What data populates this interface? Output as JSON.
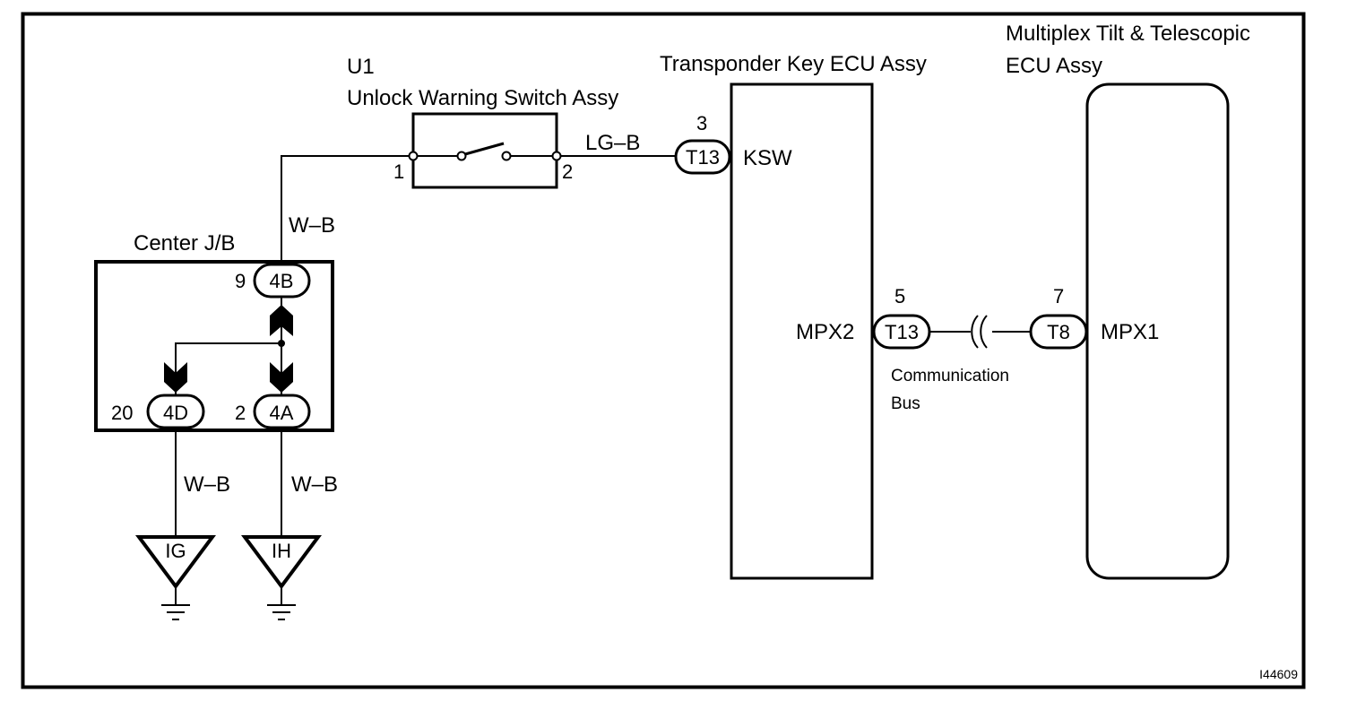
{
  "diagram": {
    "figure_id": "I44609",
    "components": {
      "switch": {
        "code": "U1",
        "name": "Unlock Warning Switch Assy",
        "pin_left": "1",
        "pin_right": "2"
      },
      "transponder_ecu": {
        "name": "Transponder Key ECU Assy",
        "ksw": {
          "pin": "3",
          "connector": "T13",
          "terminal": "KSW"
        },
        "mpx2": {
          "pin": "5",
          "connector": "T13",
          "terminal": "MPX2"
        }
      },
      "multiplex_ecu": {
        "name_line1": "Multiplex Tilt & Telescopic",
        "name_line2": "ECU Assy",
        "mpx1": {
          "pin": "7",
          "connector": "T8",
          "terminal": "MPX1"
        }
      },
      "center_jb": {
        "name": "Center J/B",
        "conn_top": {
          "pin": "9",
          "connector": "4B"
        },
        "conn_left": {
          "pin": "20",
          "connector": "4D"
        },
        "conn_right": {
          "pin": "2",
          "connector": "4A"
        }
      },
      "grounds": [
        {
          "label": "IG"
        },
        {
          "label": "IH"
        }
      ]
    },
    "wires": {
      "switch_to_ecu": "LG–B",
      "jb_to_switch": "W–B",
      "jb_to_ig": "W–B",
      "jb_to_ih": "W–B"
    },
    "bus": {
      "line1": "Communication",
      "line2": "Bus"
    }
  }
}
